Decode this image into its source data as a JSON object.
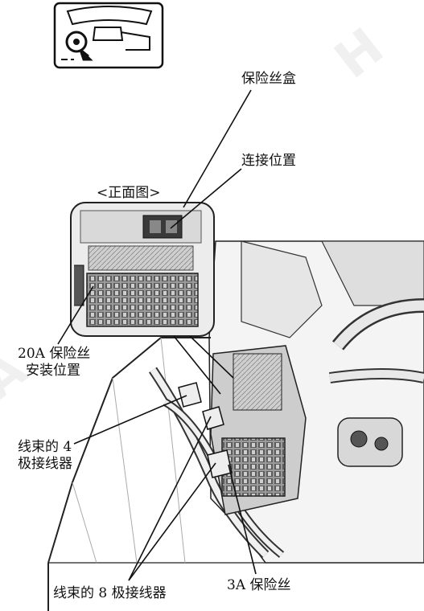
{
  "labels": {
    "fuse_box": "保险丝盒",
    "connection_position": "连接位置",
    "front_view": "<正面图>",
    "fuse_20a_line1": "20A 保险丝",
    "fuse_20a_line2": "安装位置",
    "harness_4p_line1": "线束的 4",
    "harness_4p_line2": "极接线器",
    "harness_8p": "线束的 8 极接线器",
    "fuse_3a": "3A 保险丝"
  },
  "colors": {
    "line": "#111111",
    "machinery_gray": "#bdbdbd",
    "dark": "#333333"
  }
}
